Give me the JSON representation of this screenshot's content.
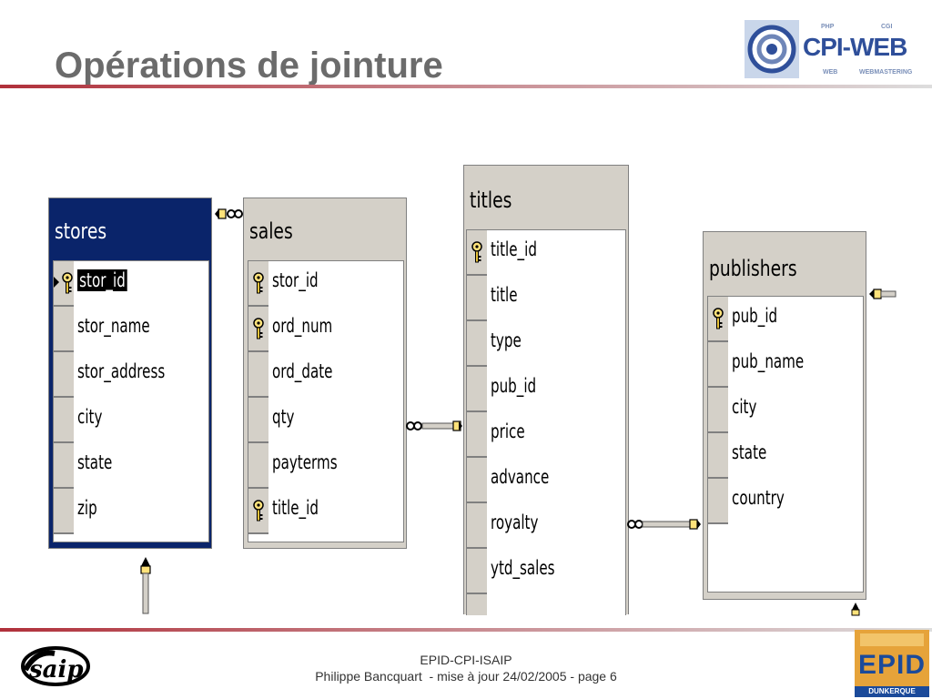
{
  "slide": {
    "title": "Opérations de jointure"
  },
  "logos": {
    "cpi_web": {
      "main": "CPI-WEB",
      "php": "PHP",
      "cgi": "CGI",
      "web": "WEB",
      "webmastering": "WEBMASTERING"
    },
    "epid": {
      "main": "EPID",
      "sub": "DUNKERQUE"
    }
  },
  "diagram": {
    "tables": [
      {
        "name": "stores",
        "selected": true,
        "columns": [
          {
            "name": "stor_id",
            "key": true,
            "current": true
          },
          {
            "name": "stor_name",
            "key": false
          },
          {
            "name": "stor_address",
            "key": false
          },
          {
            "name": "city",
            "key": false
          },
          {
            "name": "state",
            "key": false
          },
          {
            "name": "zip",
            "key": false
          }
        ]
      },
      {
        "name": "sales",
        "selected": false,
        "columns": [
          {
            "name": "stor_id",
            "key": true
          },
          {
            "name": "ord_num",
            "key": true
          },
          {
            "name": "ord_date",
            "key": false
          },
          {
            "name": "qty",
            "key": false
          },
          {
            "name": "payterms",
            "key": false
          },
          {
            "name": "title_id",
            "key": true
          }
        ]
      },
      {
        "name": "titles",
        "selected": false,
        "columns": [
          {
            "name": "title_id",
            "key": true
          },
          {
            "name": "title",
            "key": false
          },
          {
            "name": "type",
            "key": false
          },
          {
            "name": "pub_id",
            "key": false
          },
          {
            "name": "price",
            "key": false
          },
          {
            "name": "advance",
            "key": false
          },
          {
            "name": "royalty",
            "key": false
          },
          {
            "name": "ytd_sales",
            "key": false
          }
        ]
      },
      {
        "name": "publishers",
        "selected": false,
        "columns": [
          {
            "name": "pub_id",
            "key": true
          },
          {
            "name": "pub_name",
            "key": false
          },
          {
            "name": "city",
            "key": false
          },
          {
            "name": "state",
            "key": false
          },
          {
            "name": "country",
            "key": false
          }
        ]
      }
    ]
  },
  "footer": {
    "line1": "EPID-CPI-ISAIP",
    "line2": "Philippe Bancquart  - mise à jour 24/02/2005 - page 6"
  },
  "colors": {
    "title": "#6b6b6b",
    "rule": "#b0303a",
    "selected_title_bar": "#0a246a",
    "table_frame": "#d4d0c8"
  }
}
